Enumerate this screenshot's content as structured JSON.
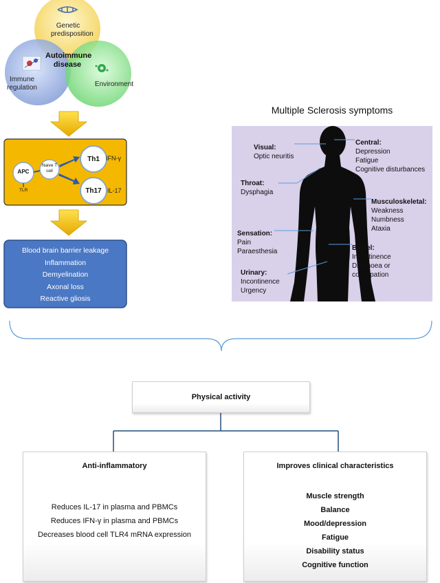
{
  "venn": {
    "genetic": "Genetic predisposition",
    "immune": "Immune regulation",
    "environment": "Environment",
    "center": "Autoimmune disease"
  },
  "immune_pathway": {
    "apc": "APC",
    "tlr": "TLR",
    "naive": "Naive T cell",
    "th1": "Th1",
    "th17": "Th17",
    "ifn": "IFN-γ",
    "il17": "IL-17"
  },
  "pathology": [
    "Blood brain barrier leakage",
    "Inflammation",
    "Demyelination",
    "Axonal loss",
    "Reactive gliosis"
  ],
  "ms": {
    "title": "Multiple Sclerosis symptoms",
    "visual": {
      "heading": "Visual:",
      "items": [
        "Optic neuritis"
      ]
    },
    "central": {
      "heading": "Central:",
      "items": [
        "Depression",
        "Fatigue",
        "Cognitive disturbances"
      ]
    },
    "throat": {
      "heading": "Throat:",
      "items": [
        "Dysphagia"
      ]
    },
    "musculoskeletal": {
      "heading": "Musculoskeletal:",
      "items": [
        "Weakness",
        "Numbness",
        "Ataxia"
      ]
    },
    "sensation": {
      "heading": "Sensation:",
      "items": [
        "Pain",
        "Paraesthesia"
      ]
    },
    "bowel": {
      "heading": "Bowel:",
      "items": [
        "Incontinence",
        "Diarrhoea or",
        "constipation"
      ]
    },
    "urinary": {
      "heading": "Urinary:",
      "items": [
        "Incontinence",
        "Urgency"
      ]
    }
  },
  "physical_activity": "Physical activity",
  "anti_inflammatory": {
    "title": "Anti-inflammatory",
    "items": [
      "Reduces IL-17 in plasma and PBMCs",
      "Reduces IFN-γ in plasma and PBMCs",
      "Decreases blood cell TLR4 mRNA expression"
    ]
  },
  "clinical": {
    "title": "Improves clinical characteristics",
    "items": [
      "Muscle strength",
      "Balance",
      "Mood/depression",
      "Fatigue",
      "Disability status",
      "Cognitive function"
    ]
  },
  "colors": {
    "genetic": "#f5d86a",
    "immune": "#8fa8de",
    "environment": "#86e08a",
    "arrow": "#f2c200",
    "pathway_bg": "#f5b700",
    "pathology_bg": "#4a78c4",
    "ms_panel": "#d9d0ea",
    "connector": "#1f4e79"
  }
}
